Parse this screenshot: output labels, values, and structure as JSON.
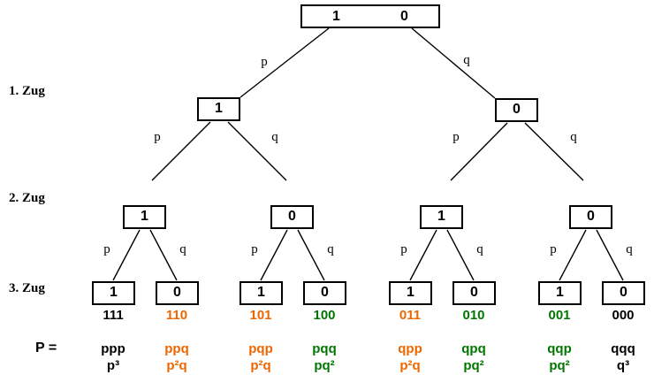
{
  "stages": [
    {
      "label": "1. Zug"
    },
    {
      "label": "2. Zug"
    },
    {
      "label": "3. Zug"
    }
  ],
  "p_equals_label": "P =",
  "colors": {
    "black": "#000000",
    "orange": "#ee6600",
    "green": "#007700",
    "line": "#000000"
  },
  "root": {
    "left_value": "1",
    "right_value": "0"
  },
  "level1_nodes": [
    {
      "value": "1"
    },
    {
      "value": "0"
    }
  ],
  "level2_nodes": [
    {
      "value": "1"
    },
    {
      "value": "0"
    },
    {
      "value": "1"
    },
    {
      "value": "0"
    }
  ],
  "level3_nodes": [
    {
      "value": "1"
    },
    {
      "value": "0"
    },
    {
      "value": "1"
    },
    {
      "value": "0"
    },
    {
      "value": "1"
    },
    {
      "value": "0"
    },
    {
      "value": "1"
    },
    {
      "value": "0"
    }
  ],
  "level1_edge_labels": [
    "p",
    "q"
  ],
  "level2_edge_labels": [
    "p",
    "q",
    "p",
    "q"
  ],
  "level3_edge_labels": [
    "p",
    "q",
    "p",
    "q",
    "p",
    "q",
    "p",
    "q"
  ],
  "leaf_codes": [
    {
      "code": "111",
      "color": "#000000"
    },
    {
      "code": "110",
      "color": "#ee6600"
    },
    {
      "code": "101",
      "color": "#ee6600"
    },
    {
      "code": "100",
      "color": "#007700"
    },
    {
      "code": "011",
      "color": "#ee6600"
    },
    {
      "code": "010",
      "color": "#007700"
    },
    {
      "code": "001",
      "color": "#007700"
    },
    {
      "code": "000",
      "color": "#000000"
    }
  ],
  "probabilities": [
    {
      "term": "ppp",
      "power": "p³",
      "color": "#000000"
    },
    {
      "term": "ppq",
      "power": "p²q",
      "color": "#ee6600"
    },
    {
      "term": "pqp",
      "power": "p²q",
      "color": "#ee6600"
    },
    {
      "term": "pqq",
      "power": "pq²",
      "color": "#007700"
    },
    {
      "term": "qpp",
      "power": "p²q",
      "color": "#ee6600"
    },
    {
      "term": "qpq",
      "power": "pq²",
      "color": "#007700"
    },
    {
      "term": "qqp",
      "power": "pq²",
      "color": "#007700"
    },
    {
      "term": "qqq",
      "power": "q³",
      "color": "#000000"
    }
  ]
}
